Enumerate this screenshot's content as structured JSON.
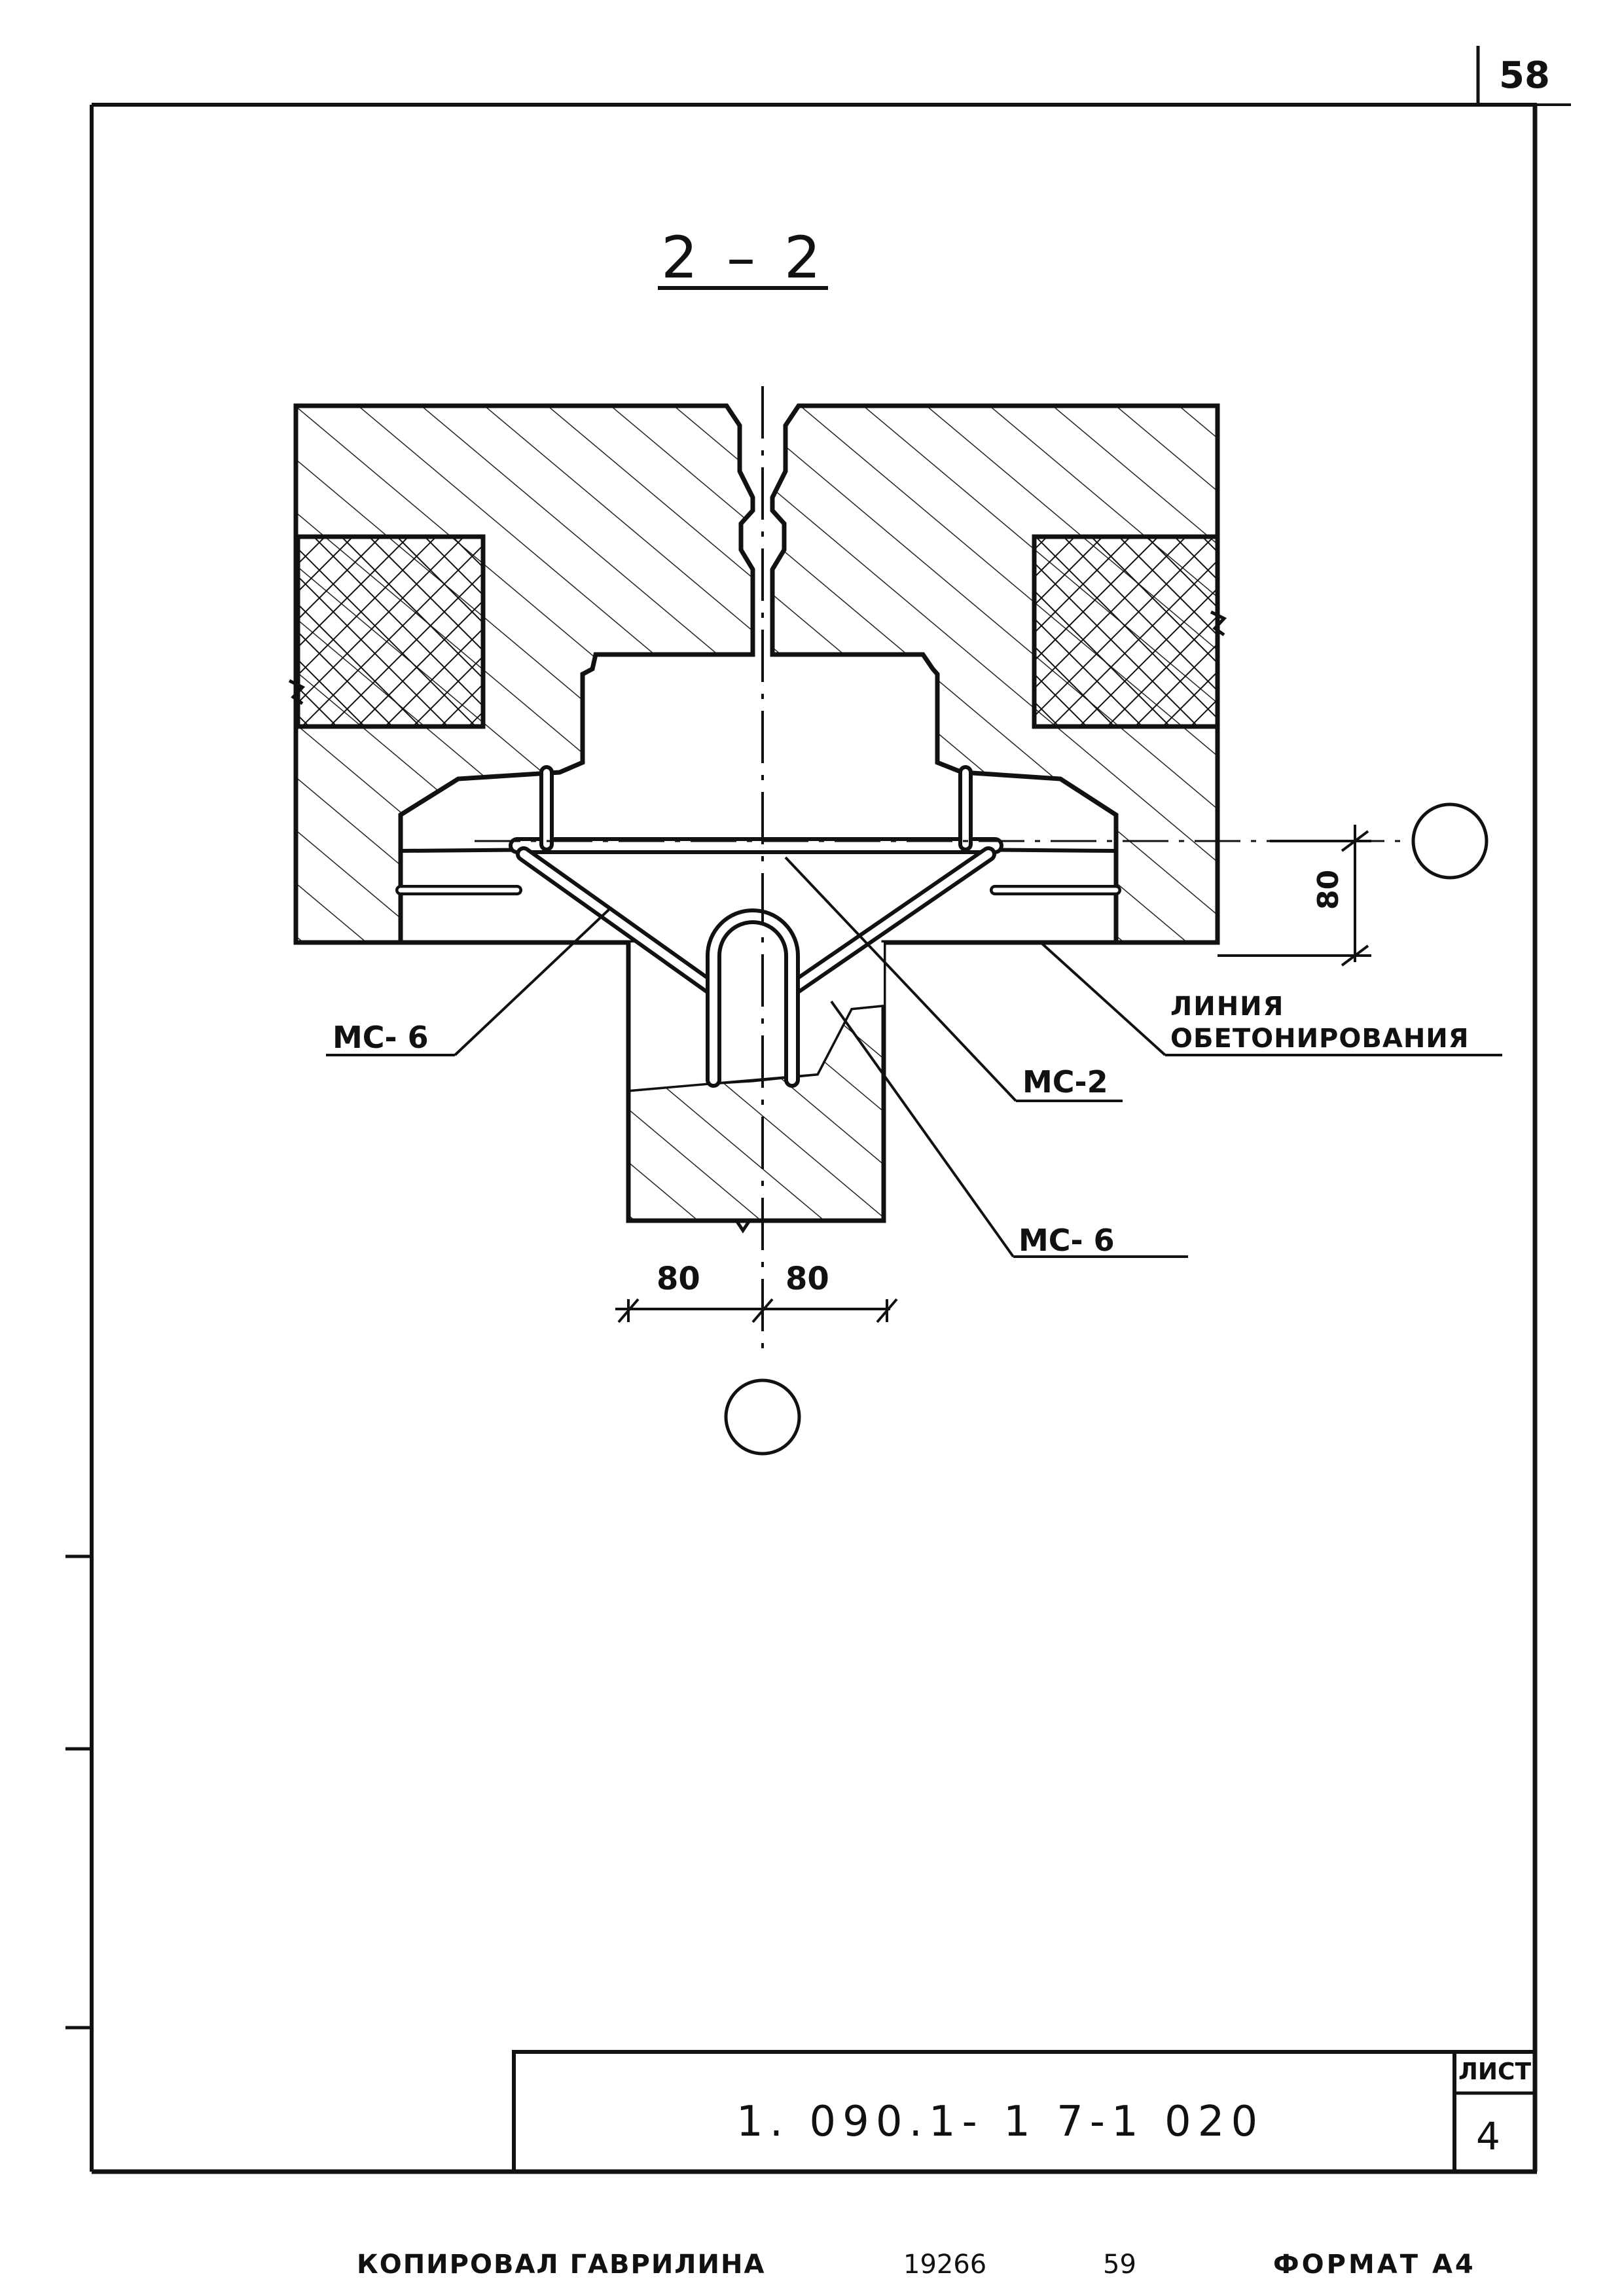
{
  "drawing": {
    "sheet_number_top": "58",
    "section_title": "2 – 2",
    "labels": {
      "mc6_left": "МС- 6",
      "mc2": "МС-2",
      "mc6_right": "МС- 6",
      "concrete_line_1": "ЛИНИЯ",
      "concrete_line_2": "ОБЕТОНИРОВАНИЯ"
    },
    "dimensions": {
      "left": "80",
      "right": "80",
      "vertical": "80"
    }
  },
  "title_block": {
    "code": "1. 090.1- 1    7-1  020",
    "sheet_label": "ЛИСТ",
    "sheet_number": "4"
  },
  "footer": {
    "copied_by": "КОПИРОВАЛ  ГАВРИЛИНА",
    "number1": "19266",
    "number2": "59",
    "format": "ФОРМАТ А4"
  }
}
